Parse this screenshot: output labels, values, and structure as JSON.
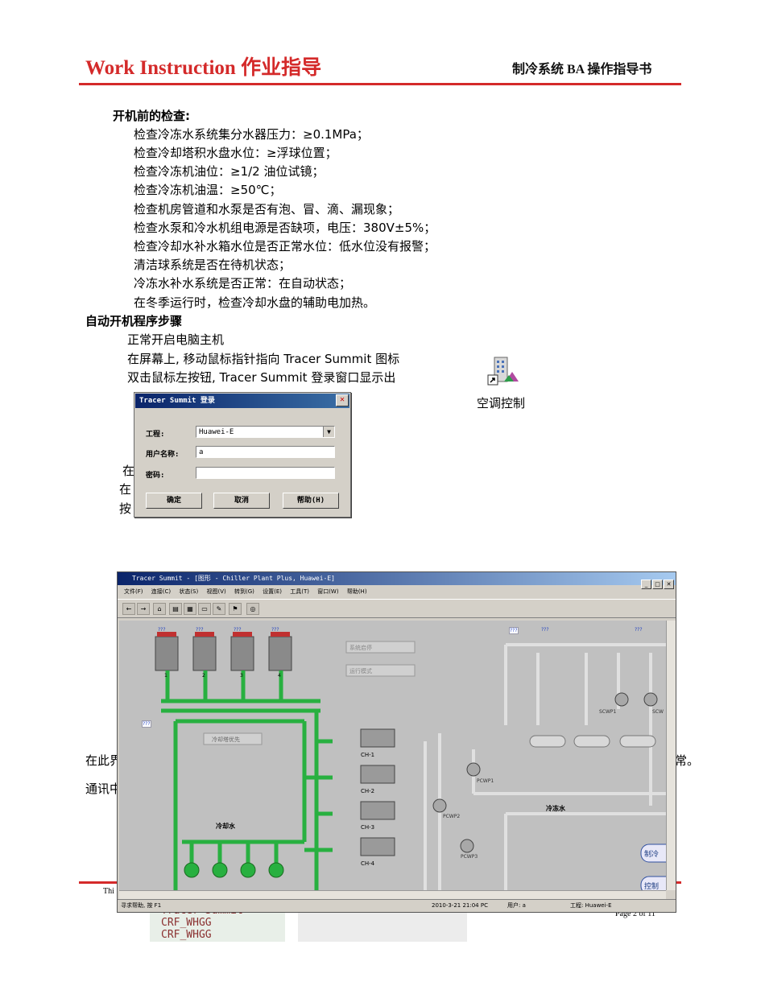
{
  "header": {
    "title_left": "Work Instruction 作业指导",
    "title_right": "制冷系统 BA 操作指导书"
  },
  "precheck": {
    "heading": "开机前的检查:",
    "items": [
      "检查冷冻水系统集分水器压力：≥0.1MPa；",
      "检查冷却塔积水盘水位：≥浮球位置；",
      "检查冷冻机油位：≥1/2 油位试镜；",
      "检查冷冻机油温：≥50℃；",
      "检查机房管道和水泵是否有泡、冒、滴、漏现象；",
      "检查水泵和冷水机组电源是否缺项，电压：380V±5%；",
      "检查冷却水补水箱水位是否正常水位：低水位没有报警；",
      "清洁球系统是否在待机状态；",
      "冷冻水补水系统是否正常：在自动状态；",
      "在冬季运行时，检查冷却水盘的辅助电加热。"
    ]
  },
  "autostart": {
    "heading": "自动开机程序步骤",
    "steps": [
      "正常开启电脑主机",
      "在屏幕上, 移动鼠标指针指向 Tracer Summit  图标",
      "双击鼠标左按钮, Tracer Summit 登录窗口显示出"
    ],
    "partial_lines": [
      "在",
      "在",
      "按"
    ]
  },
  "desktop_icon": {
    "label": "空调控制",
    "icon": "building-shortcut-icon"
  },
  "login_dialog": {
    "title": "Tracer Summit 登录",
    "project_label": "工程:",
    "project_value": "Huawei-E",
    "user_label": "用户名称:",
    "user_value": "a",
    "password_label": "密码:",
    "password_value": "",
    "ok": "确定",
    "cancel": "取消",
    "help": "帮助(H)"
  },
  "summit_window": {
    "title": "Tracer Summit - [图形 - Chiller Plant Plus, Huawei-E]",
    "menu": [
      "文件(F)",
      "连接(C)",
      "状态(S)",
      "视图(V)",
      "转到(G)",
      "设置(E)",
      "工具(T)",
      "窗口(W)",
      "帮助(H)"
    ],
    "canvas_labels": {
      "cooling_water": "冷却水",
      "chilled_water": "冷冻水",
      "ch": [
        "CH-1",
        "CH-2",
        "CH-3",
        "CH-4"
      ],
      "pumps": [
        "PCWP1",
        "PCWP2",
        "PCWP3",
        "SCWP1",
        "SCW"
      ],
      "btn_system": "系统启停",
      "btn_mode": "运行模式",
      "btn_priority": "冷却塔优先",
      "side_btn_1": "制冷",
      "side_btn_2": "控制",
      "unknown": "???",
      "tower_nums": [
        "1",
        "2",
        "3",
        "4"
      ]
    },
    "status": {
      "help": "寻求帮助, 按 F1",
      "time": "2010-3-21  21:04 PC",
      "user": "用户: a",
      "project": "工程: Huawei-E"
    }
  },
  "overlapped_text": {
    "left1": "在此界",
    "left2": "通讯中",
    "right1": "常。"
  },
  "footer": {
    "left": "Thi",
    "right": "Page 2 of 11",
    "tree_items": [
      "Tracer Summit",
      "CRF_WHGG",
      "CRF_WHGG"
    ]
  }
}
